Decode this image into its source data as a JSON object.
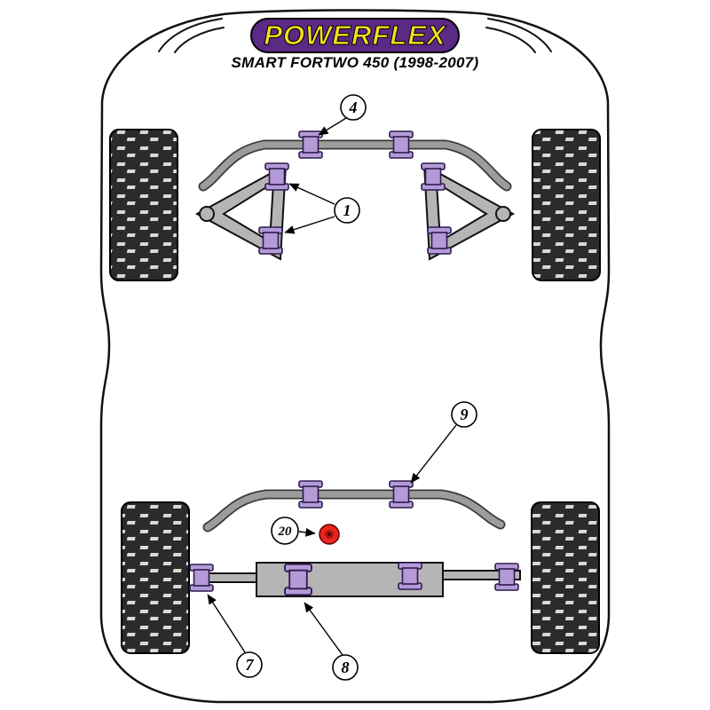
{
  "brand": {
    "logo_text": "POWERFLEX"
  },
  "title": "SMART FORTWO 450 (1998-2007)",
  "callouts": [
    {
      "label": "4"
    },
    {
      "label": "1"
    },
    {
      "label": "9"
    },
    {
      "label": "20"
    },
    {
      "label": "7"
    },
    {
      "label": "8"
    }
  ],
  "colors": {
    "logo-purple": "#5b2a84",
    "logo-yellow": "#f5e01a",
    "bushing-purple": "#b49bd8",
    "bushing-outline": "#2d1b4e",
    "bar-gray": "#9c9c9c",
    "metal-gray": "#b5b5b5",
    "red-bushing": "#e8251f",
    "tire-dark": "#2b2b2b"
  }
}
